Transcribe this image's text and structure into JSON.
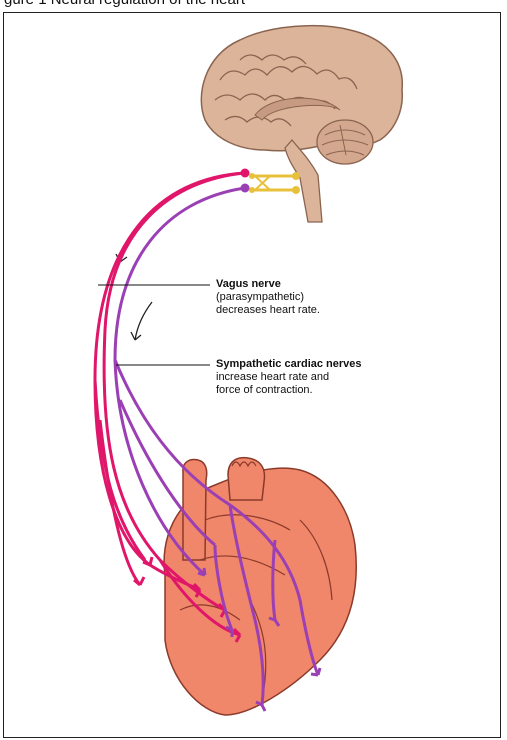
{
  "top_caption_fragment": "gure 1 Neural regulation of the heart",
  "labels": {
    "vagus": {
      "title": "Vagus nerve",
      "line1": "(parasympathetic)",
      "line2": "decreases heart rate."
    },
    "sympathetic": {
      "title": "Sympathetic cardiac nerves",
      "line1": "increase heart rate and",
      "line2": "force of contraction."
    }
  },
  "colors": {
    "vagus_nerve": "#e0166a",
    "sympathetic_nerve": "#9b3fb5",
    "brain": "#dcb49a",
    "heart": "#f0866a",
    "brainstem_nuclei": "#e8c13a"
  }
}
